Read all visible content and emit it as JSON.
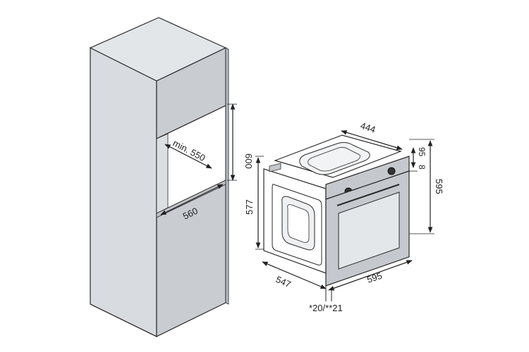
{
  "colors": {
    "cabinet_front": "#c9cdd2",
    "cabinet_side": "#d8dbdf",
    "cabinet_top": "#e3e6e9",
    "niche_inner": "#dcdfe2",
    "outline": "#2a2a2a",
    "oven_door": "#c5c9cd",
    "oven_window": "#e4e7ea",
    "oven_body": "#ffffff"
  },
  "dimensions": {
    "niche_depth": "min. 550",
    "niche_height": "600",
    "niche_width": "560",
    "oven_body_width": "444",
    "control_panel_height": "95",
    "control_offset": "8",
    "oven_height": "595",
    "body_height": "577",
    "body_depth": "547",
    "oven_width": "595",
    "door_note": "*20/**21"
  }
}
